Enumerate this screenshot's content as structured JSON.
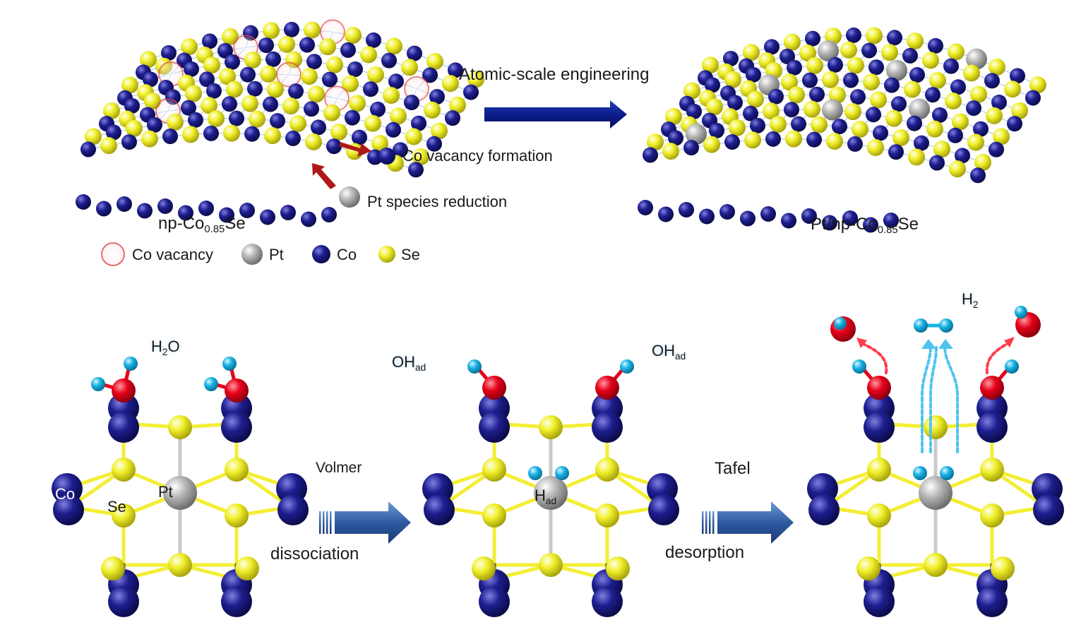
{
  "colors": {
    "co": "#1e1e90",
    "co_dark": "#12125e",
    "se": "#f0ef2a",
    "pt": "#b6b6b6",
    "o": "#e6001a",
    "h": "#18b3e6",
    "vacancy": "#e05050",
    "arrow_navy": "#0b1e8a",
    "arrow_steel": "#2e5aa0",
    "arrow_red": "#b01818",
    "bond_yellow": "#f3ee34",
    "bond_navy": "#2a2a8a",
    "dash_red": "#ff3b4e",
    "dash_blue": "#4fc3f0"
  },
  "top": {
    "process_label": "Atomic-scale engineering",
    "left_material": {
      "prefix": "np-Co",
      "sub": "0.85",
      "suffix": "Se"
    },
    "right_material": {
      "prefix": "Pt/np-Co",
      "sub": "0.85",
      "suffix": "Se"
    },
    "callout_vacancy": "Co vacancy formation",
    "callout_pt": "Pt species reduction",
    "legend": [
      {
        "key": "vacancy",
        "label": "Co vacancy"
      },
      {
        "key": "pt",
        "label": "Pt"
      },
      {
        "key": "co",
        "label": "Co"
      },
      {
        "key": "se",
        "label": "Se"
      }
    ]
  },
  "bottom": {
    "water_label": {
      "main": "H",
      "sub": "2",
      "tail": "O"
    },
    "oh_label_left": {
      "main": "OH",
      "sub": "ad"
    },
    "oh_label_right": {
      "main": "OH",
      "sub": "ad"
    },
    "h2_label": {
      "main": "H",
      "sub": "2"
    },
    "had_label": {
      "main": "H",
      "sub": "ad"
    },
    "atom_co": "Co",
    "atom_se": "Se",
    "atom_pt": "Pt",
    "step1_top": "Volmer",
    "step1_bottom": "dissociation",
    "step2_top": "Tafel",
    "step2_bottom": "desorption"
  }
}
